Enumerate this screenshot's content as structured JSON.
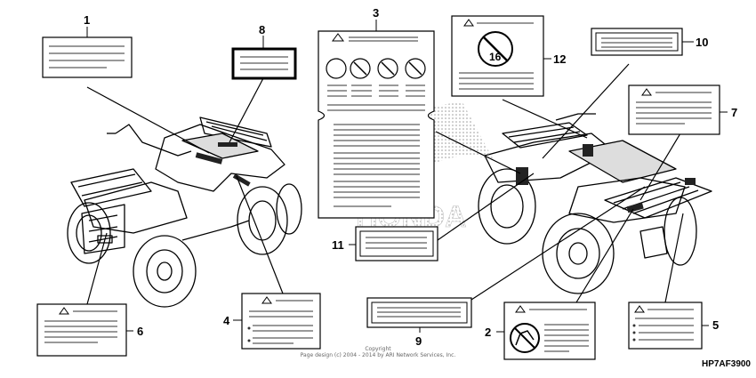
{
  "callouts": {
    "c1": "1",
    "c2": "2",
    "c3": "3",
    "c4": "4",
    "c5": "5",
    "c6": "6",
    "c7": "7",
    "c8": "8",
    "c9": "9",
    "c10": "10",
    "c11": "11",
    "c12": "12"
  },
  "watermark": "HONDA",
  "label12_symbol": "16",
  "footer": {
    "line1": "Copyright",
    "line2": "Page design (c) 2004 - 2014 by ARI Network Services, Inc."
  },
  "diagram_code": "HP7AF3900"
}
